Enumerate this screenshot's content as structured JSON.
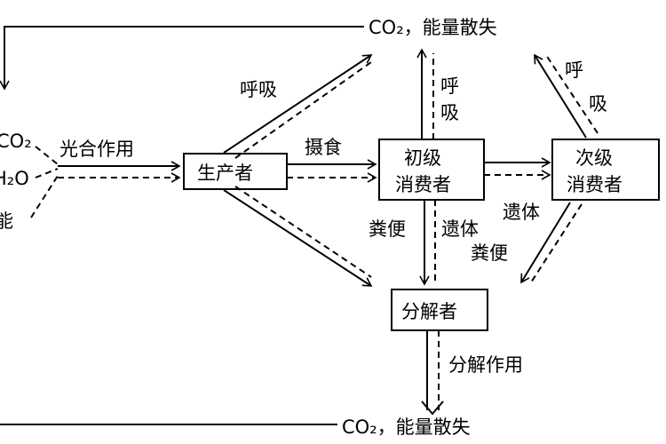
{
  "title": "生态系统能量流动示意图",
  "inputs": {
    "co2": "CO₂",
    "h2o": "H₂O",
    "energy": "能"
  },
  "labels": {
    "photosynthesis": "光合作用",
    "ingestion": "摄食",
    "respiration_1": "呼",
    "respiration_2": "吸",
    "respiration": "呼吸",
    "feces": "粪便",
    "remains": "遗体",
    "decomposition": "分解作用",
    "loss_top": "CO₂，能量散失",
    "loss_bottom": "CO₂，能量散失"
  },
  "nodes": {
    "producer": "生产者",
    "primary_1": "初级",
    "primary_2": "消费者",
    "secondary_1": "次级",
    "secondary_2": "消费者",
    "decomposer": "分解者"
  }
}
